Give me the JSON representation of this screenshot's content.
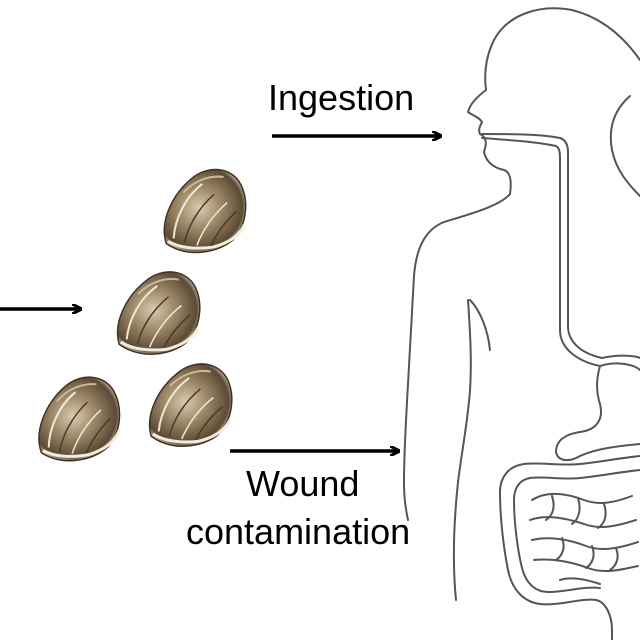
{
  "labels": {
    "ingestion": "Ingestion",
    "wound_line1": "Wound",
    "wound_line2": "contamination"
  },
  "colors": {
    "arrow": "#000000",
    "outline": "#555555",
    "shell_dark": "#5b4a35",
    "shell_mid": "#9a8565",
    "shell_light": "#d8ccb0",
    "shell_edge": "#efe8d6"
  },
  "icons": {
    "oyster": "oyster-shell-icon",
    "human": "human-torso-digestive-outline",
    "arrow": "right-arrow-icon"
  }
}
